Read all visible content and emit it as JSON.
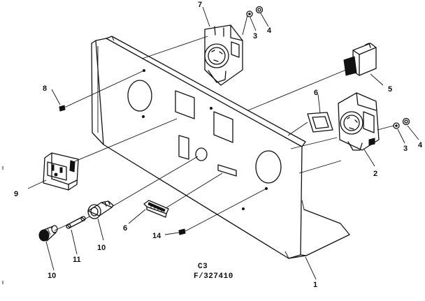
{
  "callouts": {
    "c1": "1",
    "c2": "2",
    "c3a": "3",
    "c3b": "3",
    "c4a": "4",
    "c4b": "4",
    "c5": "5",
    "c6a": "6",
    "c6b": "6",
    "c7": "7",
    "c8": "8",
    "c9": "9",
    "c10a": "10",
    "c10b": "10",
    "c11": "11",
    "c14": "14"
  },
  "caption": {
    "line1": "C3",
    "line2": "F/327410"
  },
  "colors": {
    "ink": "#111111",
    "paper": "#ffffff"
  }
}
